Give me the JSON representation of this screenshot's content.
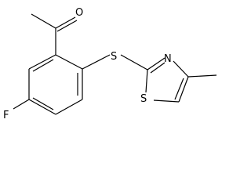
{
  "molecule": {
    "atoms": {
      "oxygen": "O",
      "fluorine": "F",
      "sulfur_thioether": "S",
      "nitrogen_thiazole": "N",
      "sulfur_thiazole": "S"
    }
  },
  "colors": {
    "bond": "#000000",
    "label": "#000000",
    "background": "#ffffff"
  }
}
